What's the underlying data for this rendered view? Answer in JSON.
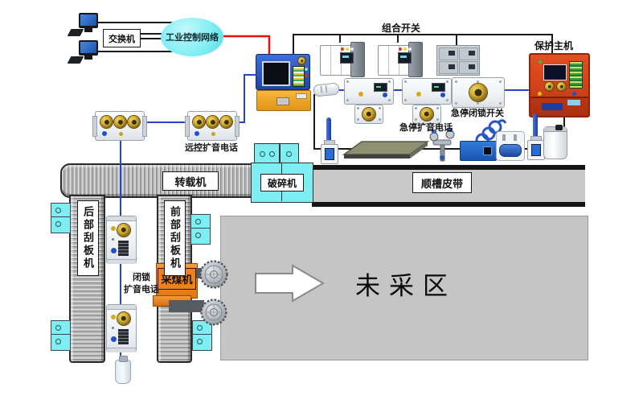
{
  "network": {
    "switch_label": "交换机",
    "control_network_label": "工业控制网络"
  },
  "power": {
    "combo_switch_label": "组合开关"
  },
  "protection": {
    "host_label": "保护主机",
    "estop_lock_switch_label": "急停闭锁开关",
    "estop_speaker_phone_label": "急停扩音电话"
  },
  "speakers": {
    "remote_speaker_phone_label": "远控扩音电话",
    "lock_speaker_line1": "闭锁",
    "lock_speaker_line2": "扩音电话"
  },
  "equipment": {
    "transfer_conveyor_label": "转载机",
    "crusher_label": "破碎机",
    "belt_label": "顺槽皮带",
    "rear_scraper_label": "后部刮板机",
    "front_scraper_label": "前部刮板机",
    "shearer_label": "采煤机",
    "unmined_area_label": "未采区"
  },
  "colors": {
    "cyan_equipment": "#7feef2",
    "red_network_line": "#e8100c",
    "blue_comm_line": "#2545cc",
    "black_power_line": "#1a1a1a",
    "protection_host_red": "#d84018",
    "station_blue": "#2356c0",
    "station_power_orange": "#f0a21c",
    "shearer_orange": "#f08019",
    "belt_gray": "#c9c9c9"
  }
}
